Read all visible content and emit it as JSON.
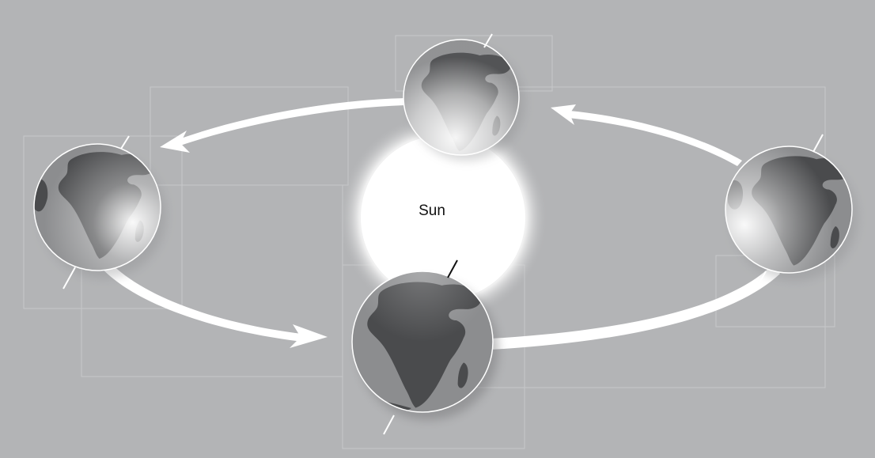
{
  "sun": {
    "label": "Sun"
  },
  "colors": {
    "background": "#b3b4b6",
    "arrow": "#ffffff",
    "ocean": "#8c8d8f",
    "land": "#4a4b4d",
    "sun": "#ffffff"
  },
  "earth_positions": [
    "left",
    "top",
    "right",
    "bottom"
  ]
}
